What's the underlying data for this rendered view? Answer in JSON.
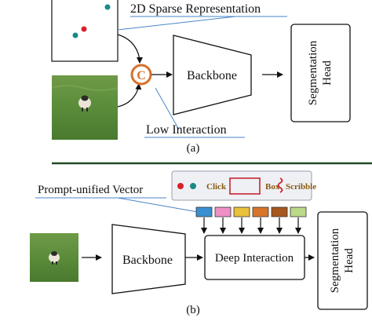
{
  "panel_a": {
    "sparse_label": "2D Sparse Representation",
    "concat_symbol": "C",
    "backbone": "Backbone",
    "head_line1": "Segmentation",
    "head_line2": "Head",
    "interaction_label": "Low Interaction",
    "caption": "(a)"
  },
  "panel_b": {
    "vector_label": "Prompt-unified Vector",
    "legend": {
      "click": "Click",
      "box": "Box",
      "scribble": "Scribble"
    },
    "backbone": "Backbone",
    "deep_interaction": "Deep Interaction",
    "head_line1": "Segmentation",
    "head_line2": "Head",
    "caption": "(b)"
  },
  "colors": {
    "click_red": "#d8212a",
    "click_teal": "#1a8a86",
    "box_red": "#c9252e",
    "legend_text": "#8a5a10",
    "concat_orange": "#d8702a",
    "divider_green": "#1f4a26",
    "leader_blue": "#4a86c8",
    "vector_cells": [
      "#3a8fd0",
      "#ef8fc6",
      "#e8c23a",
      "#d8752a",
      "#a8581e",
      "#bcd889"
    ]
  }
}
